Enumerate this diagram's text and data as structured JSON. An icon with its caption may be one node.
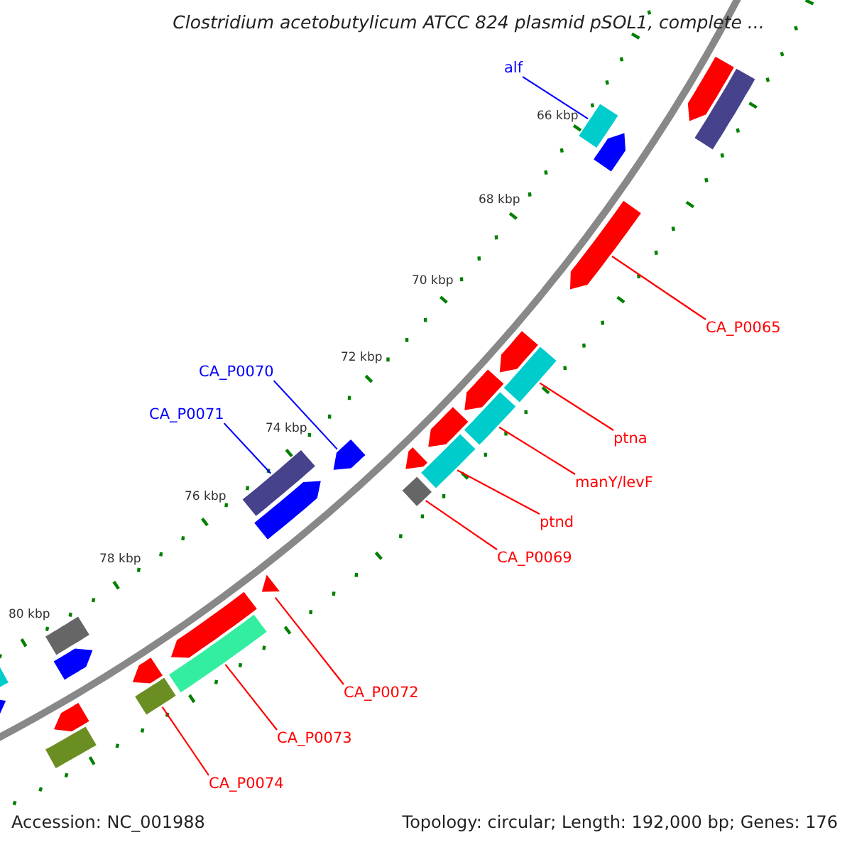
{
  "diagram": {
    "title": "Clostridium acetobutylicum ATCC 824 plasmid pSOL1, complete ...",
    "nodes": [
      {
        "text": [
          "alf"
        ]
      },
      {
        "text": [],
        "shape": "bar"
      },
      {
        "text": [
          "CA_P0065"
        ]
      },
      {
        "text": [],
        "shape": "arrow"
      },
      {
        "text": [
          "CA_P0070"
        ]
      },
      {
        "text": [],
        "shape": "arrow"
      },
      {
        "text": [
          "ptna"
        ]
      },
      {
        "text": [],
        "shape": "bar"
      },
      {
        "text": [
          "CA_P0071"
        ]
      },
      {
        "text": [],
        "shape": "bar"
      },
      {
        "text": [
          "manY/levF"
        ]
      },
      {
        "text": [],
        "shape": "bar"
      },
      {
        "text": [
          "ptnd"
        ]
      },
      {
        "text": [],
        "shape": "bar"
      },
      {
        "text": [
          "CA_P0069"
        ]
      },
      {
        "text": [],
        "shape": "bar"
      },
      {
        "text": [
          "CA_P0072"
        ]
      },
      {
        "text": [],
        "shape": "arrow"
      },
      {
        "text": [
          "CA_P0073"
        ]
      },
      {
        "text": [],
        "shape": "bar"
      },
      {
        "text": [
          "CA_P0074"
        ]
      },
      {
        "text": [],
        "shape": "bar"
      },
      {
        "text": [],
        "shape": "arrow"
      },
      {
        "text": [],
        "shape": "arrow"
      },
      {
        "text": [],
        "shape": "bar"
      },
      {
        "text": [],
        "shape": "arrow"
      },
      {
        "text": [],
        "shape": "arrow"
      },
      {
        "text": [],
        "shape": "arrow"
      },
      {
        "text": [],
        "shape": "arrow"
      },
      {
        "text": [],
        "shape": "arrow"
      },
      {
        "text": [],
        "shape": "arrow"
      },
      {
        "text": [],
        "shape": "arrow"
      },
      {
        "text": [],
        "shape": "arrow"
      },
      {
        "text": [],
        "shape": "bar"
      },
      {
        "text": [],
        "shape": "bar"
      },
      {
        "text": [],
        "shape": "arrow"
      },
      {
        "text": [],
        "shape": "bar"
      },
      {
        "text": [],
        "shape": "arrow"
      }
    ],
    "edges": [
      {
        "from": 0,
        "to": 1,
        "arrow": "none",
        "color": "#0000ff"
      },
      {
        "from": 2,
        "to": 3,
        "arrow": "none"
      },
      {
        "from": 4,
        "to": 5,
        "arrow": "none",
        "color": "#0000ff"
      },
      {
        "from": 6,
        "to": 7,
        "arrow": "none"
      },
      {
        "from": 8,
        "to": 9,
        "arrow": "none",
        "color": "#0000ff"
      },
      {
        "from": 10,
        "to": 11,
        "arrow": "none"
      },
      {
        "from": 12,
        "to": 13,
        "arrow": "none"
      },
      {
        "from": 14,
        "to": 15,
        "arrow": "none"
      },
      {
        "from": 16,
        "to": 17,
        "arrow": "none"
      },
      {
        "from": 18,
        "to": 19,
        "arrow": "none"
      },
      {
        "from": 20,
        "to": 21,
        "arrow": "none"
      }
    ],
    "labels": [
      "66 kbp",
      "68 kbp",
      "70 kbp",
      "72 kbp",
      "74 kbp",
      "76 kbp",
      "78 kbp",
      "80 kbp",
      "Accession: NC_001988",
      "Topology: circular; Length: 192,000 bp; Genes: 176"
    ]
  }
}
